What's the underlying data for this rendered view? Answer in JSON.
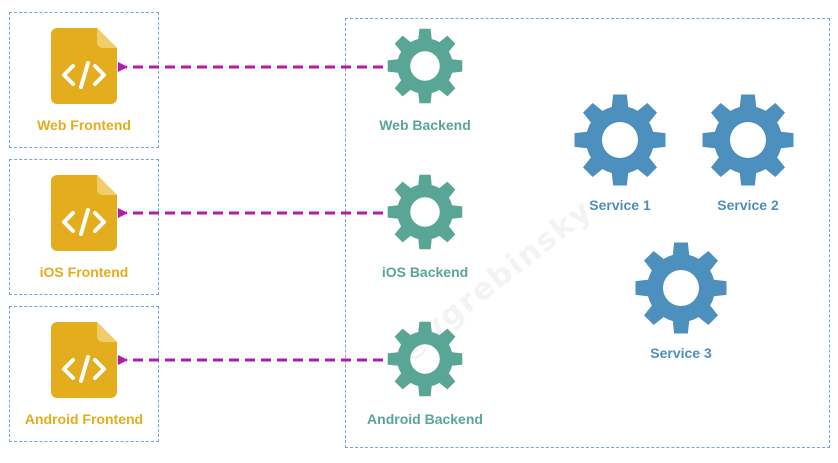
{
  "frontends": [
    {
      "label": "Web Frontend",
      "icon": "code-file-icon"
    },
    {
      "label": "iOS Frontend",
      "icon": "code-file-icon"
    },
    {
      "label": "Android Frontend",
      "icon": "code-file-icon"
    }
  ],
  "backends": [
    {
      "label": "Web Backend",
      "icon": "gear-icon"
    },
    {
      "label": "iOS Backend",
      "icon": "gear-icon"
    },
    {
      "label": "Android Backend",
      "icon": "gear-icon"
    }
  ],
  "services": [
    {
      "label": "Service 1",
      "icon": "gear-icon"
    },
    {
      "label": "Service 2",
      "icon": "gear-icon"
    },
    {
      "label": "Service 3",
      "icon": "gear-icon"
    }
  ],
  "watermark": "@vgrebinsky",
  "colors": {
    "frontend": "#e3ad1e",
    "backend": "#5aa696",
    "service": "#4d8fbd",
    "arrow": "#b21bb0",
    "border": "#7aa4d6"
  }
}
